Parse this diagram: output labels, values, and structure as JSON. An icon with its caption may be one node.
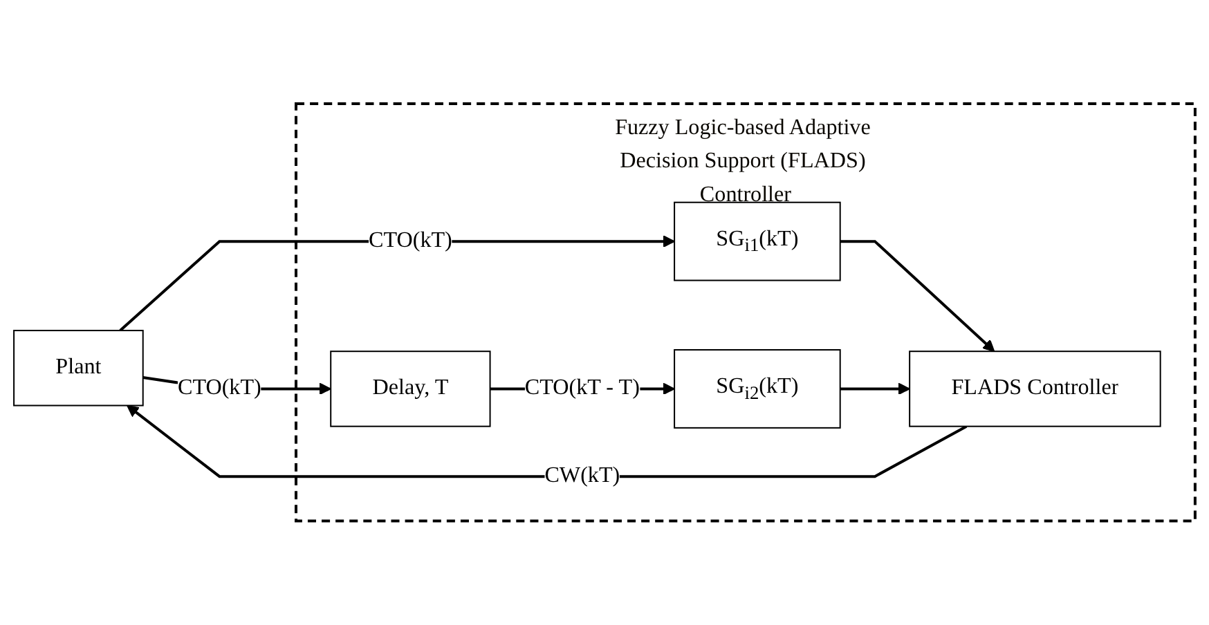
{
  "diagram": {
    "nodes": [
      {
        "text": [
          "Fuzzy Logic-based Adaptive Decision Support (FLADS) Controller"
        ]
      },
      {
        "text": [
          "SG$_{i1}$(kT)"
        ],
        "in": 0
      },
      {
        "text": [
          "Delay, T"
        ],
        "in": 0
      },
      {
        "text": [
          "SG$_{i2}$(kT)"
        ],
        "in": 0
      },
      {
        "text": [
          "FLADS Controller"
        ],
        "in": 0
      },
      {
        "text": [
          "Plant"
        ]
      }
    ],
    "edges": [
      {
        "from": 5,
        "to": 1,
        "arrow": "to",
        "label": "CTO(kT)"
      },
      {
        "from": 5,
        "to": 2,
        "arrow": "to",
        "label": "CTO(kT)"
      },
      {
        "from": 2,
        "to": 3,
        "arrow": "to",
        "label": "CTO(kT - T)"
      },
      {
        "from": 1,
        "to": 4,
        "arrow": "to"
      },
      {
        "from": 3,
        "to": 4,
        "arrow": "to"
      },
      {
        "from": 4,
        "to": 5,
        "arrow": "to",
        "label": "CW(kT)"
      }
    ]
  }
}
